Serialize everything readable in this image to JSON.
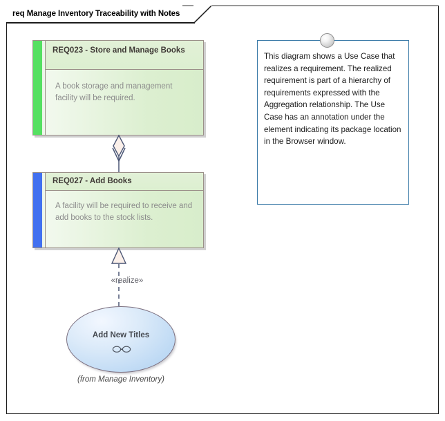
{
  "diagram": {
    "title": "req Manage Inventory Traceability with Notes",
    "kind": "req",
    "frame_color": "#1b1b1b",
    "background": "#ffffff"
  },
  "elements": {
    "requirements": [
      {
        "id": "REQ023",
        "name": "REQ023 - Store and Manage Books",
        "text": "A book storage and management facility will be required.",
        "accent_color": "#55e061",
        "fill_color": "#dff0d3",
        "border_color": "#9b9089"
      },
      {
        "id": "REQ027",
        "name": "REQ027 - Add Books",
        "text": "A facility will be required to receive and add books to the stock lists.",
        "accent_color": "#4170f0",
        "fill_color": "#dff0d3",
        "border_color": "#9b9089"
      }
    ],
    "use_case": {
      "name": "Add New Titles",
      "package_annotation": "(from Manage Inventory)",
      "fill_color": "#bdd9f4",
      "border_color": "#7b6f7f",
      "icon": "eyeglasses-icon"
    },
    "note": {
      "text": "This diagram shows a Use Case that realizes a requirement. The realized requirement is part of a hierarchy of requirements expressed with the Aggregation relationship. The Use Case has an annotation under the element indicating its package location in the Browser window.",
      "border_color": "#3c7ba8",
      "fill_color": "#ffffff",
      "knob": "note-anchor-icon"
    }
  },
  "connectors": [
    {
      "type": "aggregation",
      "source": "REQ027",
      "target": "REQ023",
      "label": "",
      "line_color": "#4b5675",
      "style": "solid",
      "source_decoration": "open-arrowhead",
      "target_decoration": "hollow-diamond"
    },
    {
      "type": "realization",
      "source": "Add New Titles",
      "target": "REQ027",
      "label": "«realize»",
      "line_color": "#4b5675",
      "style": "dashed",
      "target_decoration": "hollow-triangle"
    }
  ]
}
